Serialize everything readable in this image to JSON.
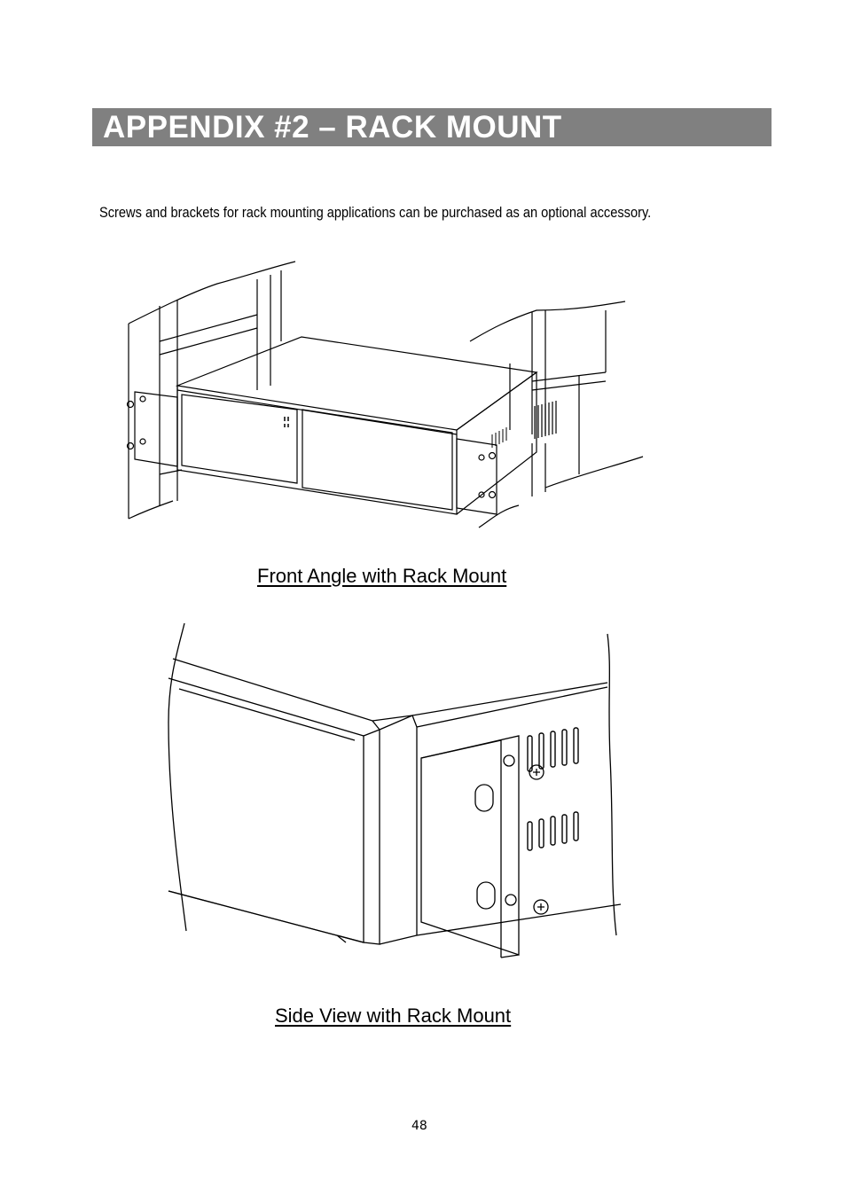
{
  "heading": "APPENDIX #2 – RACK MOUNT",
  "intro_text": "Screws and brackets for rack mounting applications can be purchased as an optional accessory.",
  "figures": [
    {
      "caption": "Front Angle with Rack Mount"
    },
    {
      "caption": "Side View with Rack Mount"
    }
  ],
  "page_number": "48"
}
